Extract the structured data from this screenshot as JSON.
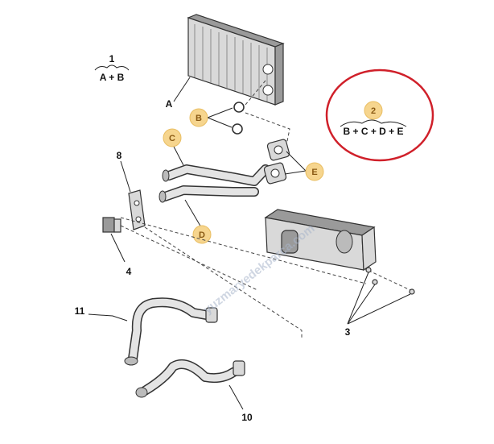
{
  "formula_1": {
    "number": "1",
    "expression": "A + B"
  },
  "formula_2": {
    "number": "2",
    "expression": "B + C + D + E"
  },
  "labels": {
    "a": "A",
    "b": "B",
    "c": "C",
    "d": "D",
    "e": "E",
    "n3": "3",
    "n4": "4",
    "n8": "8",
    "n10": "10",
    "n11": "11"
  },
  "watermark": "yuzmaryedekparca.com",
  "colors": {
    "highlight_circle": "#d0202a",
    "callout_fill": "#f6d58e",
    "line": "#222222"
  }
}
